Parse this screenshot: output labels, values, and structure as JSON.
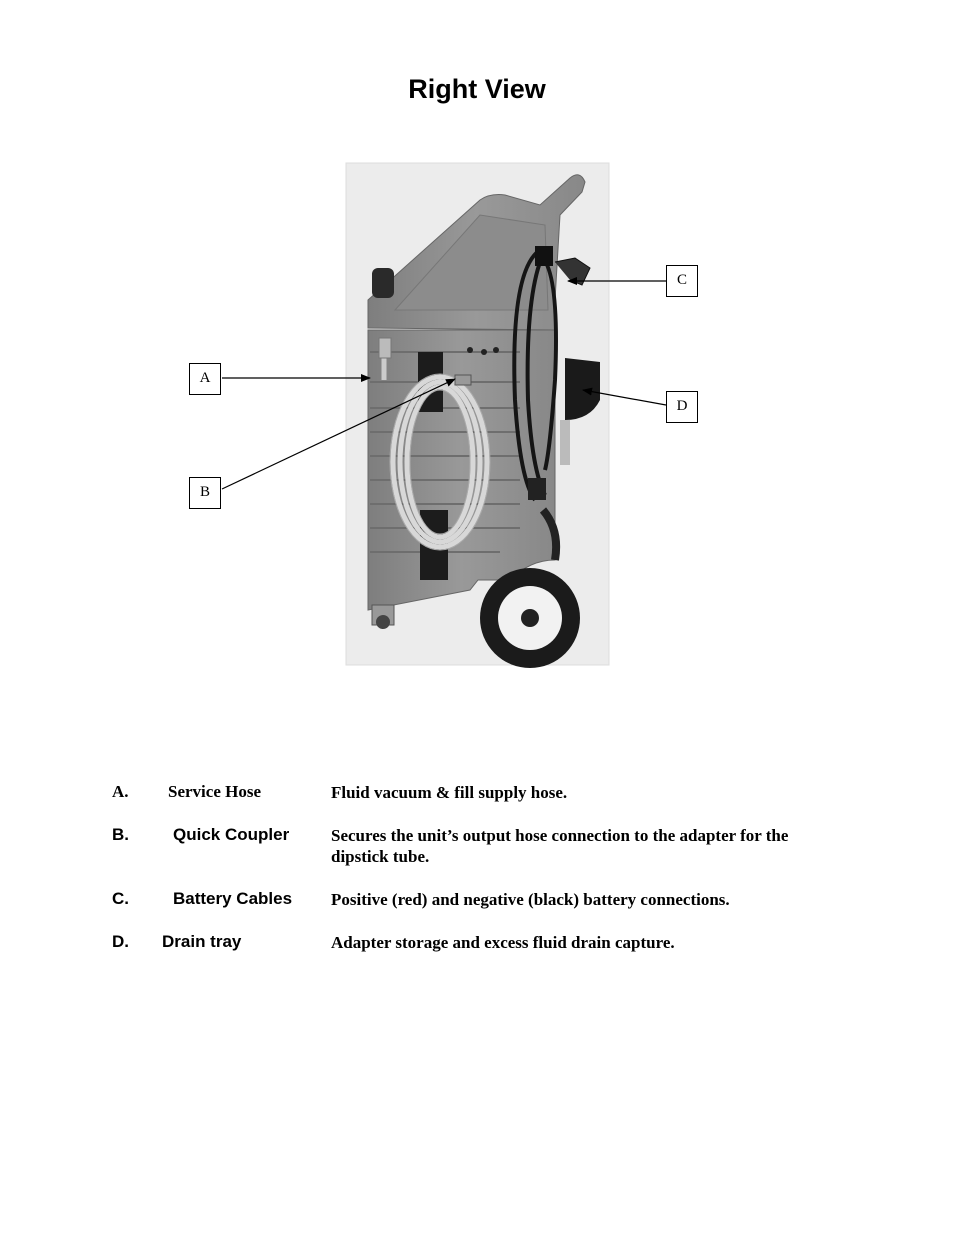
{
  "page": {
    "title": "Right View"
  },
  "callouts": [
    {
      "letter": "A"
    },
    {
      "letter": "B"
    },
    {
      "letter": "C"
    },
    {
      "letter": "D"
    }
  ],
  "legend": [
    {
      "letter": "A.",
      "name": "Service Hose",
      "description": "Fluid vacuum & fill supply hose."
    },
    {
      "letter": "B.",
      "name": "Quick Coupler",
      "description": "Secures the unit’s output hose connection to the adapter for the dipstick tube."
    },
    {
      "letter": "C.",
      "name": "Battery Cables",
      "description": "Positive (red) and negative (black) battery connections."
    },
    {
      "letter": "D.",
      "name": "Drain tray",
      "description": "Adapter storage and excess fluid drain capture."
    }
  ]
}
